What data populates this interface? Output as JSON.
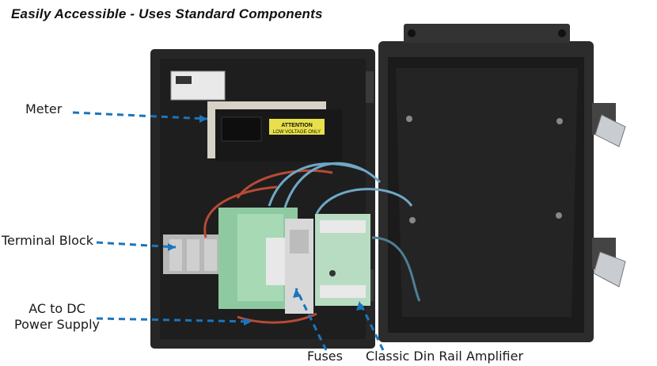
{
  "title": "Easily Accessible - Uses Standard Components",
  "callouts": {
    "meter": "Meter",
    "terminal_block": "Terminal Block",
    "power_supply_line1": "AC to DC",
    "power_supply_line2": "Power Supply",
    "fuses": "Fuses",
    "amplifier": "Classic Din Rail Amplifier"
  },
  "meter_panel": {
    "line1": "ATTENTION",
    "line2": "LOW VOLTAGE ONLY"
  },
  "colors": {
    "callout_line": "#1b75bc",
    "enclosure": "#2a2a2a",
    "din_green": "#8fc9a1",
    "terminal_gray": "#b5b5b5"
  }
}
